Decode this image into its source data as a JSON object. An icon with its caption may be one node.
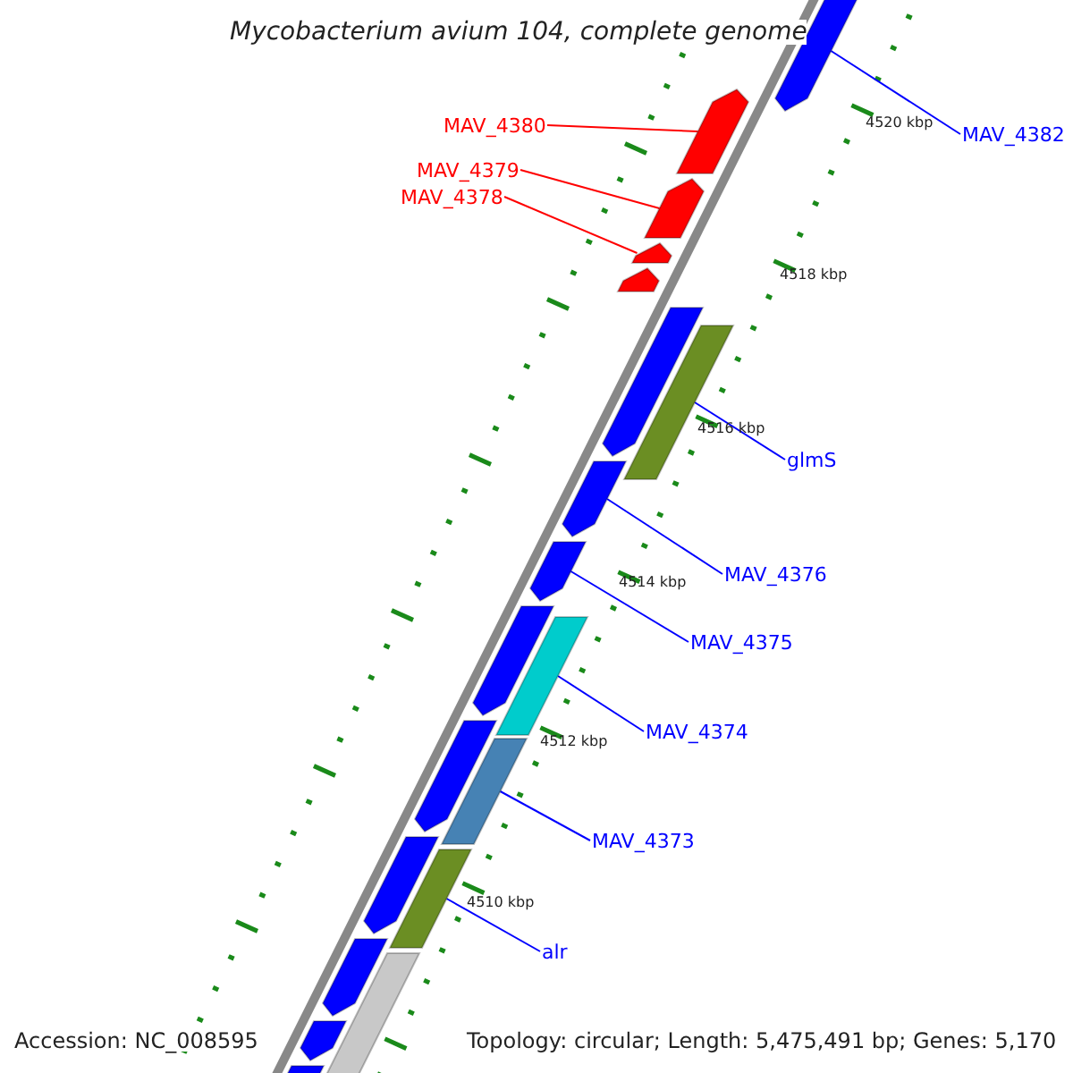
{
  "diagram": {
    "title": "Mycobacterium avium 104, complete genome",
    "nodes": [
      {
        "text": [
          "MAV_4380"
        ]
      },
      {
        "text": [
          "MAV_4382"
        ]
      },
      {
        "text": [
          "MAV_4379"
        ]
      },
      {
        "text": [
          "MAV_4378"
        ]
      },
      {
        "text": [
          "glmS"
        ]
      },
      {
        "text": [
          "MAV_4376"
        ]
      },
      {
        "text": [
          "MAV_4375"
        ]
      },
      {
        "text": [
          "MAV_4374"
        ]
      },
      {
        "text": [
          "MAV_4373"
        ]
      },
      {
        "text": [
          "alr"
        ]
      },
      {
        "text": [],
        "shape": "bar"
      },
      {
        "text": [],
        "shape": "bar"
      },
      {
        "text": [],
        "shape": "bar"
      },
      {
        "text": [],
        "shape": "bar"
      },
      {
        "text": [],
        "shape": "bar"
      },
      {
        "text": [],
        "shape": "bar"
      },
      {
        "text": [],
        "shape": "bar"
      },
      {
        "text": [],
        "shape": "bar"
      },
      {
        "text": [],
        "shape": "bar"
      },
      {
        "text": [],
        "shape": "bar"
      },
      {
        "text": [],
        "shape": "bar"
      },
      {
        "text": [],
        "shape": "bar"
      },
      {
        "text": [],
        "shape": "bar"
      },
      {
        "text": [],
        "shape": "bar"
      },
      {
        "text": [],
        "shape": "bar"
      },
      {
        "text": [],
        "shape": "bar"
      },
      {
        "text": [],
        "shape": "bar"
      },
      {
        "text": [],
        "shape": "bar"
      },
      {
        "text": [],
        "shape": "bar"
      }
    ],
    "edges": [
      {
        "from": 0,
        "to": 11,
        "arrow": "none",
        "color": "#ff0000"
      },
      {
        "from": 1,
        "to": 10,
        "arrow": "none"
      },
      {
        "from": 2,
        "to": 12,
        "arrow": "none",
        "color": "#ff0000"
      },
      {
        "from": 3,
        "to": 13,
        "arrow": "none",
        "color": "#ff0000"
      },
      {
        "from": 4,
        "to": 16,
        "arrow": "none"
      },
      {
        "from": 5,
        "to": 17,
        "arrow": "none"
      },
      {
        "from": 6,
        "to": 18,
        "arrow": "none"
      },
      {
        "from": 7,
        "to": 20,
        "arrow": "none"
      },
      {
        "from": 8,
        "to": 22,
        "arrow": "none"
      },
      {
        "from": 9,
        "to": 24,
        "arrow": "none"
      }
    ],
    "labels": [
      "4520 kbp",
      "4518 kbp",
      "4516 kbp",
      "4514 kbp",
      "4512 kbp",
      "4510 kbp",
      "Accession: NC_008595",
      "Topology: circular; Length: 5,475,491 bp; Genes: 5,170"
    ]
  }
}
